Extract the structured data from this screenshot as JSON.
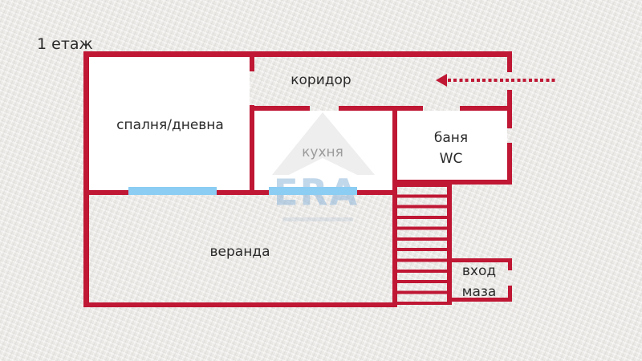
{
  "page": {
    "floor_label": "1 етаж"
  },
  "colors": {
    "wall": "#bf1734",
    "window": "#8bcdf3",
    "background": "#ebe9e6",
    "room_fill": "#ffffff",
    "label": "#2b2b2b",
    "muted_label": "#9b9b9b",
    "watermark_blue": "rgba(142,182,216,0.55)",
    "watermark_gray": "rgba(168,168,168,0.20)"
  },
  "rooms": {
    "bedroom": {
      "label": "спалня/дневна"
    },
    "corridor": {
      "label": "коридор"
    },
    "kitchen": {
      "label": "кухня"
    },
    "bathroom": {
      "label_line1": "баня",
      "label_line2": "WC"
    },
    "veranda": {
      "label": "веранда"
    },
    "basement_entrance": {
      "label_line1": "вход",
      "label_line2": "маза"
    }
  },
  "watermark": {
    "text": "ERA"
  }
}
